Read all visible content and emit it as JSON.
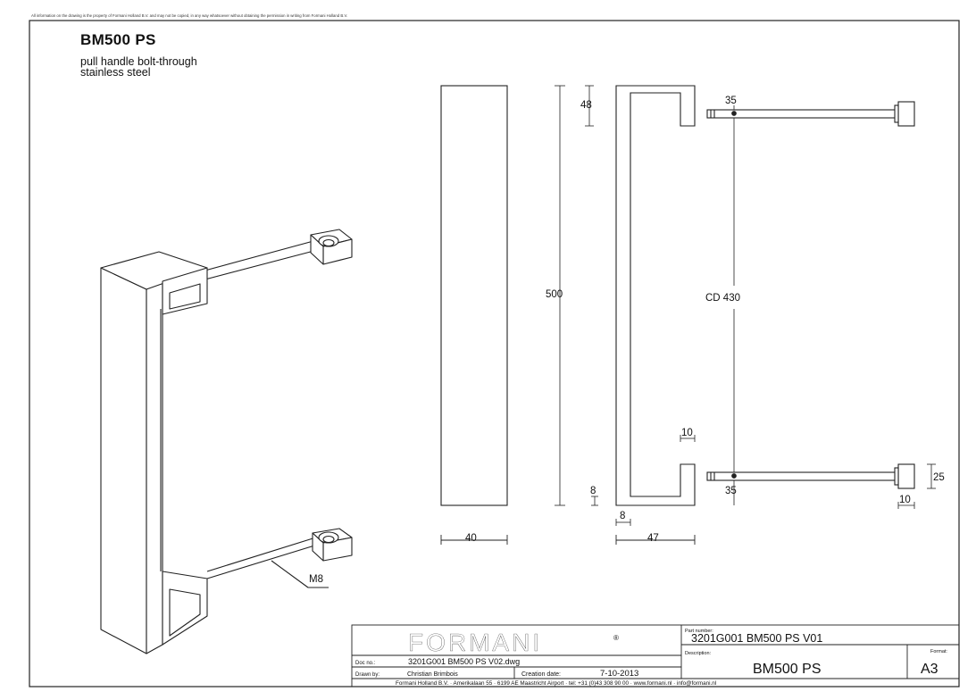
{
  "disclaimer": "All information on the drawing is the property of Formani Holland B.V. and may not be copied, in any way whatsoever without obtaining the permission in writing from Formani Holland B.V.",
  "product": {
    "title": "BM500 PS",
    "line1": "pull handle bolt-through",
    "line2": "stainless steel"
  },
  "dimensions": {
    "height": "500",
    "top_width": "48",
    "center_distance": "CD 430",
    "front_width": "40",
    "side_depth": "47",
    "rod_offset_top": "35",
    "rod_offset_bottom": "35",
    "wall": "8",
    "wall_side": "8",
    "gap_10a": "10",
    "gap_10b": "10",
    "rosette": "25",
    "thread": "M8"
  },
  "title_block": {
    "brand": "FORMANI",
    "brand_mark": "®",
    "part_number_label": "Part number:",
    "part_number": "3201G001 BM500 PS V01",
    "description_label": "Description:",
    "description": "BM500 PS",
    "format_label": "Format:",
    "format": "A3",
    "doc_no_label": "Doc no.:",
    "doc_no": "3201G001 BM500 PS V02.dwg",
    "drawn_by_label": "Drawn by:",
    "drawn_by": "Christian Brimbois",
    "creation_date_label": "Creation date:",
    "creation_date": "7-10-2013",
    "footer": "Formani Holland B.V. · Amerikalaan 55 · 6199 AE Maastricht Airport · tel: +31 (0)43 308 90 00 · www.formani.nl · info@formani.nl"
  }
}
